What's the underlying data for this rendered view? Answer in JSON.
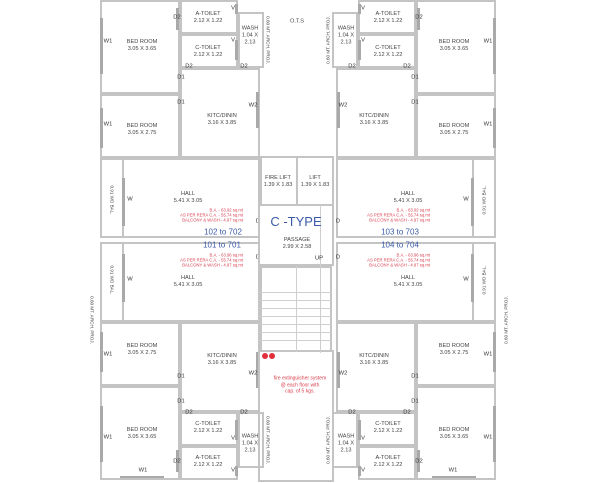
{
  "plan": {
    "type_label": "C -TYPE",
    "ots": "O.T.S",
    "up": "UP",
    "arch_proj": "0.60 MT. ARCH. PROJ.",
    "wd_bal": "0.91 WD BAL.",
    "fire_extinguisher": [
      "fire extinguisher system",
      "@ each floor with",
      "cap. of 5 kgs."
    ],
    "accent_color": "#3a5aa8",
    "note_color": "#d9414f"
  },
  "rooms": {
    "bed_room_large": {
      "name": "BED ROOM",
      "size": "3.05 X 3.65"
    },
    "bed_room_small": {
      "name": "BED ROOM",
      "size": "3.05 X 2.75"
    },
    "a_toilet": {
      "name": "A-TOILET",
      "size": "2.12 X 1.22"
    },
    "c_toilet": {
      "name": "C-TOILET",
      "size": "2.12 X 1.22"
    },
    "wash": {
      "name": "WASH",
      "size": "1.04 X",
      "size2": "2.13"
    },
    "kitchen": {
      "name": "KITC/DININ",
      "size": "3.16 X 3.85"
    },
    "hall": {
      "name": "HALL",
      "size": "5.41 X 3.05"
    },
    "fire_lift": {
      "name": "FIRE LIFT",
      "size": "1.39 X 1.83"
    },
    "lift": {
      "name": "LIFT",
      "size": "1.39 X 1.83"
    },
    "passage": {
      "name": "PASSAGE",
      "size": "2.99 X 2.58"
    }
  },
  "markers": {
    "w": "W",
    "w1": "W1",
    "w2": "W2",
    "d": "D",
    "d1": "D1",
    "d2": "D2",
    "v": "V"
  },
  "units": [
    {
      "number": "102 to 702",
      "ba": "B.A. - 63.92 sq.mt",
      "rera": "AS PER RERA C.A. - 55.74 sq.mt",
      "balcony": "BALCONY & WASH - 4.97 sq.mt"
    },
    {
      "number": "101 to 701",
      "ba": "B.A. - 63.96 sq.mt",
      "rera": "AS PER RERA C.A. - 55.74 sq.mt",
      "balcony": "BALCONY & WASH - 4.97 sq.mt"
    },
    {
      "number": "103 to 703",
      "ba": "B.A. - 63.92 sq.mt",
      "rera": "AS PER RERA C.A. - 55.74 sq.mt",
      "balcony": "BALCONY & WASH - 4.97 sq.mt"
    },
    {
      "number": "104 to 704",
      "ba": "B.A. - 63.96 sq.mt",
      "rera": "AS PER RERA C.A. - 55.74 sq.mt",
      "balcony": "BALCONY & WASH - 4.97 sq.mt"
    }
  ]
}
